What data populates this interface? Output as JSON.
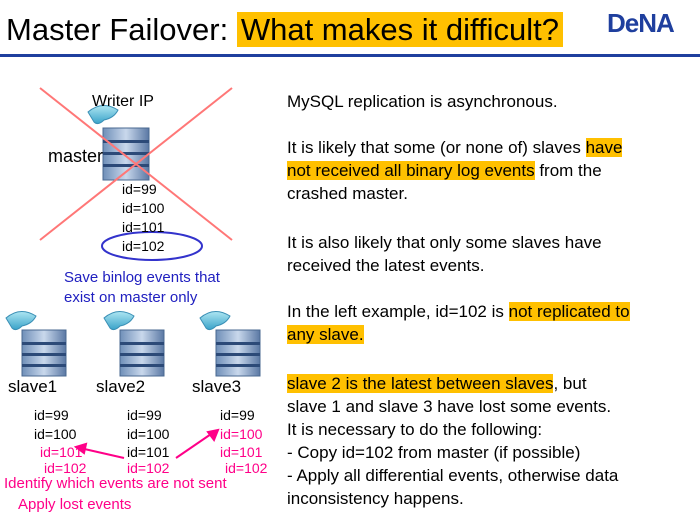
{
  "title": {
    "prefix": "Master Failover: ",
    "highlight": "What makes it difficult?"
  },
  "logo": "DeNA",
  "diagram": {
    "writer_ip": "Writer IP",
    "master_label": "master",
    "master_ids": [
      "id=99",
      "id=100",
      "id=101",
      "id=102"
    ],
    "note": [
      "Save binlog events that",
      "exist on master only"
    ],
    "slaves": [
      {
        "label": "slave1",
        "ids": [
          "id=99",
          "id=100",
          "id=101",
          "id=102"
        ]
      },
      {
        "label": "slave2",
        "ids": [
          "id=99",
          "id=100",
          "id=101",
          "id=102"
        ]
      },
      {
        "label": "slave3",
        "ids": [
          "id=99",
          "id=100",
          "id=101",
          "id=102"
        ]
      }
    ],
    "bottom_notes": [
      "Identify which events are not sent",
      "Apply lost events"
    ]
  },
  "body": {
    "p1": "MySQL replication is asynchronous.",
    "p2a": "It is likely that some (or none of) slaves ",
    "p2b": "have",
    "p2c": "not received all binary log events",
    "p2d": " from the",
    "p2e": "crashed master.",
    "p3a": "It is also likely that only some slaves have",
    "p3b": "received the latest events.",
    "p4a": "In the left example, id=102 is ",
    "p4b": "not replicated to",
    "p4c": "any slave.",
    "p5a": "slave 2 is the latest between slaves",
    "p5b": ", but",
    "p5c": "slave 1 and slave 3 have lost some events.",
    "p5d": "It is necessary to do the following:",
    "p5e": "- Copy id=102 from master (if possible)",
    "p5f": "- Apply all differential events, otherwise data",
    "p5g": "inconsistency happens."
  },
  "colors": {
    "accent": "#ffc000",
    "brand": "#1f3f9e",
    "magenta": "#ff0088",
    "note_blue": "#2020c0"
  }
}
